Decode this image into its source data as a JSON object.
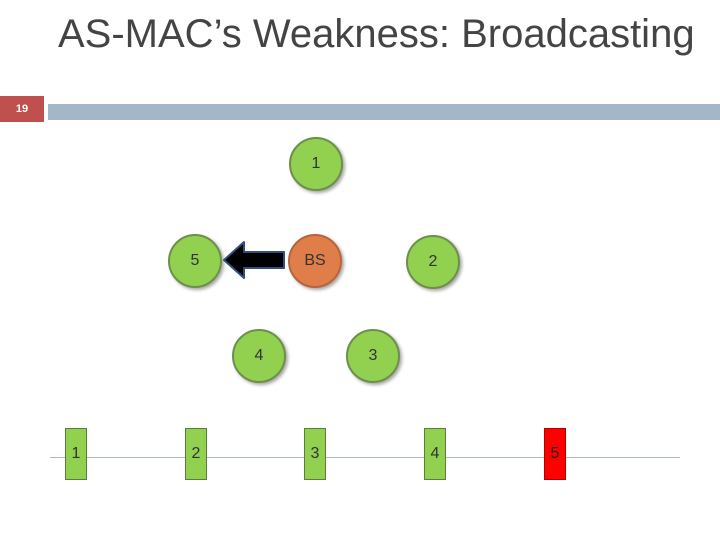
{
  "slide": {
    "number": "19",
    "title": "AS-MAC’s Weakness: Broadcasting"
  },
  "network": {
    "nodes": [
      {
        "label": "1"
      },
      {
        "label": "5"
      },
      {
        "label": "BS"
      },
      {
        "label": "2"
      },
      {
        "label": "4"
      },
      {
        "label": "3"
      }
    ]
  },
  "timeline": {
    "slots": [
      {
        "label": "1"
      },
      {
        "label": "2"
      },
      {
        "label": "3"
      },
      {
        "label": "4"
      },
      {
        "label": "5"
      }
    ]
  },
  "colors": {
    "node": "#92d050",
    "base_station": "#e07e4a",
    "active_slot": "#ff0000",
    "slide_number_bg": "#c0504d",
    "title_rule": "#a5b6c6"
  }
}
